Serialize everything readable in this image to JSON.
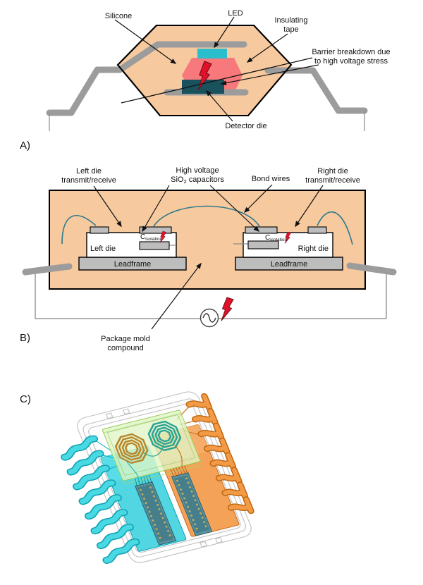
{
  "figure": {
    "panel_a": {
      "tag": "A)",
      "labels": {
        "silicone": "Silicone",
        "led": "LED",
        "insulating_tape_1": "Insulating",
        "insulating_tape_2": "tape",
        "barrier_1": "Barrier breakdown due",
        "barrier_2": "to high voltage stress",
        "detector_die": "Detector die"
      }
    },
    "panel_b": {
      "tag": "B)",
      "labels": {
        "left_die_tr_1": "Left die",
        "left_die_tr_2": "transmit/receive",
        "hv_1": "High voltage",
        "hv_2_pre": "SiO",
        "hv_2_sub": "2",
        "hv_2_post": " capacitors",
        "bond_wires": "Bond wires",
        "right_die_tr_1": "Right die",
        "right_die_tr_2": "transmit/receive",
        "left_die": "Left die",
        "right_die": "Right die",
        "leadframe_left": "Leadframe",
        "leadframe_right": "Leadframe",
        "c_iso_c": "C",
        "c_iso_sub": "isolation",
        "package_mold_1": "Package mold",
        "package_mold_2": "compound"
      }
    },
    "panel_c": {
      "tag": "C)"
    },
    "colors": {
      "package_body": "#F7C99E",
      "lead_gray": "#9C9C9C",
      "led_cyan": "#2BBFCE",
      "silicone_pink": "#F8797B",
      "detector_die_teal": "#19515D",
      "bolt_red": "#E3102A",
      "bond_wire_teal": "#2E7A8C",
      "c_lead_cyan": "#49D9E3",
      "c_lead_orange": "#F29A45",
      "c_board_green": "#DFF5C4",
      "c_coil_gold": "#B8862B",
      "c_coil_teal": "#2BA393",
      "c_die_slate": "#5C95A2"
    }
  }
}
